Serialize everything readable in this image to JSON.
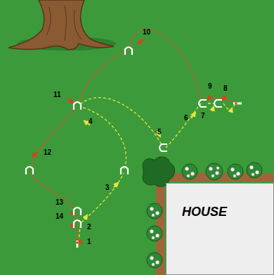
{
  "diagram": {
    "nodes": [
      {
        "text": [
          "HOUSE"
        ]
      }
    ],
    "labels": [
      "1",
      "2",
      "3",
      "4",
      "5",
      "6",
      "7",
      "8",
      "9",
      "10",
      "11",
      "12",
      "13",
      "14"
    ]
  }
}
